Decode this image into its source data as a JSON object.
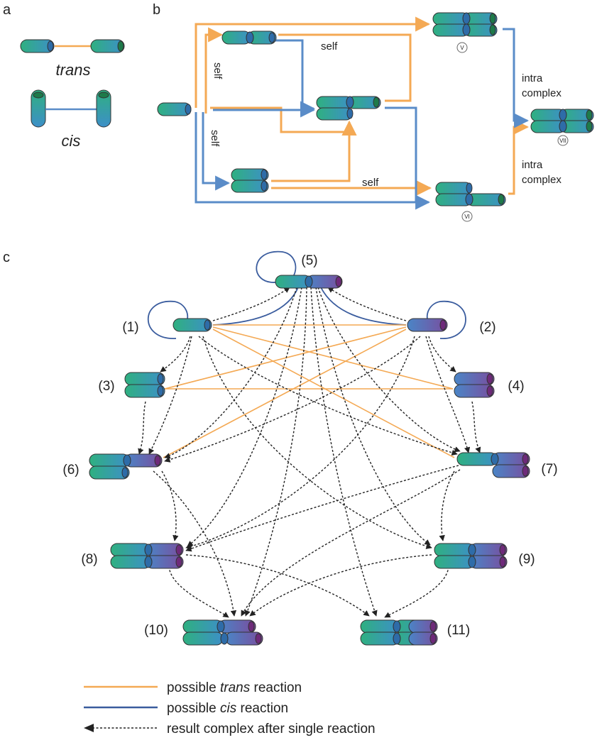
{
  "colors": {
    "trans": "#F4A954",
    "cis": "#3A5C9E",
    "cis_light": "#5A8CC8",
    "rod_green": "#2FB080",
    "rod_blue": "#3D8FC8",
    "rod_purple": "#7A4E9F",
    "cap_green": "#1E7A4A",
    "cap_blue": "#2E6CA8",
    "cap_purple": "#6E2A7A",
    "dotted": "#222222"
  },
  "panel_a": {
    "letter": "a",
    "trans_label": "trans",
    "cis_label": "cis"
  },
  "panel_b": {
    "letter": "b",
    "self_labels": [
      "self",
      "self",
      "self",
      "self"
    ],
    "intra_complex": [
      {
        "line1": "intra",
        "line2": "complex"
      },
      {
        "line1": "intra",
        "line2": "complex"
      }
    ],
    "complex_ids": [
      "V",
      "VI",
      "VII"
    ]
  },
  "panel_c": {
    "letter": "c",
    "node_labels": [
      "(1)",
      "(2)",
      "(3)",
      "(4)",
      "(5)",
      "(6)",
      "(7)",
      "(8)",
      "(9)",
      "(10)",
      "(11)"
    ]
  },
  "legend": {
    "trans_prefix": "possible ",
    "trans_word": "trans",
    "trans_suffix": " reaction",
    "cis_prefix": "possible ",
    "cis_word": "cis",
    "cis_suffix": " reaction",
    "result": "result complex after single reaction"
  }
}
